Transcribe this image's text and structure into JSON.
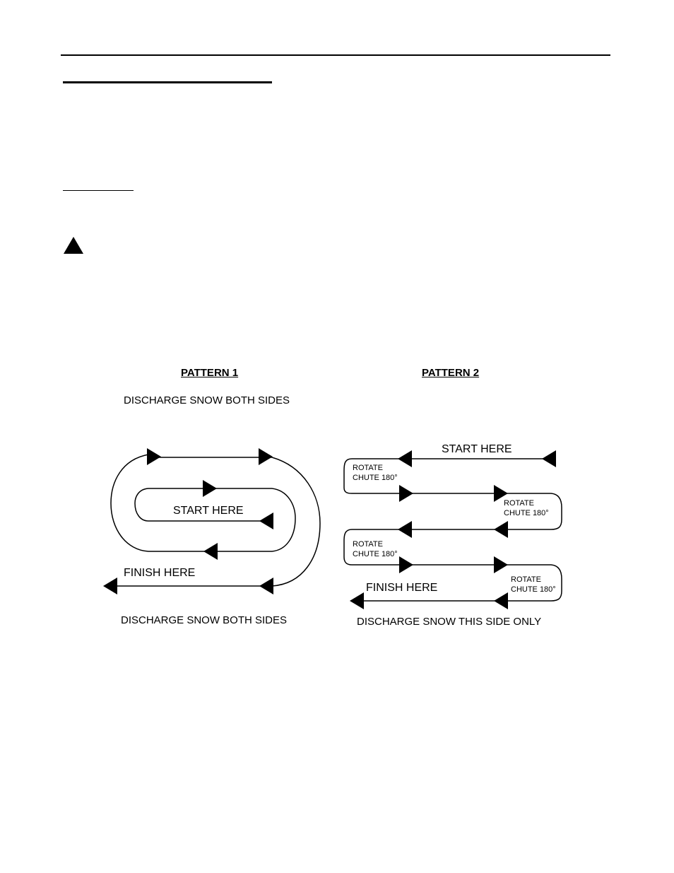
{
  "pattern1": {
    "title": "PATTERN 1",
    "top_caption": "DISCHARGE SNOW BOTH SIDES",
    "start_label": "START HERE",
    "finish_label": "FINISH HERE",
    "bottom_caption": "DISCHARGE SNOW BOTH SIDES"
  },
  "pattern2": {
    "title": "PATTERN 2",
    "start_label": "START HERE",
    "finish_label": "FINISH HERE",
    "rotate_line1": "ROTATE",
    "rotate_line2": "CHUTE 180°",
    "bottom_caption": "DISCHARGE SNOW  THIS  SIDE ONLY"
  },
  "icons": {
    "warning": "warning-triangle-icon"
  }
}
